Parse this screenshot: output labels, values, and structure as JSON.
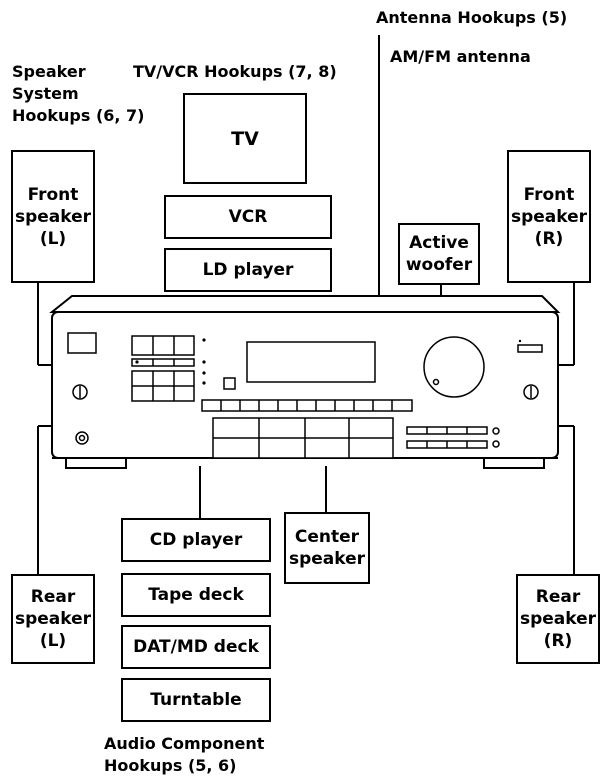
{
  "headings": {
    "antenna_hookups": "Antenna Hookups (5)",
    "am_fm_antenna": "AM/FM antenna",
    "speaker_system_hookups": "Speaker\nSystem\nHookups (6, 7)",
    "tv_vcr_hookups": "TV/VCR Hookups (7, 8)",
    "audio_component_hookups": "Audio Component\nHookups (5, 6)"
  },
  "components": {
    "tv": "TV",
    "vcr": "VCR",
    "ld_player": "LD player",
    "active_woofer": "Active\nwoofer",
    "front_speaker_l": "Front\nspeaker\n(L)",
    "front_speaker_r": "Front\nspeaker\n(R)",
    "rear_speaker_l": "Rear\nspeaker\n(L)",
    "rear_speaker_r": "Rear\nspeaker\n(R)",
    "cd_player": "CD player",
    "center_speaker": "Center\nspeaker",
    "tape_deck": "Tape deck",
    "dat_md_deck": "DAT/MD deck",
    "turntable": "Turntable"
  }
}
